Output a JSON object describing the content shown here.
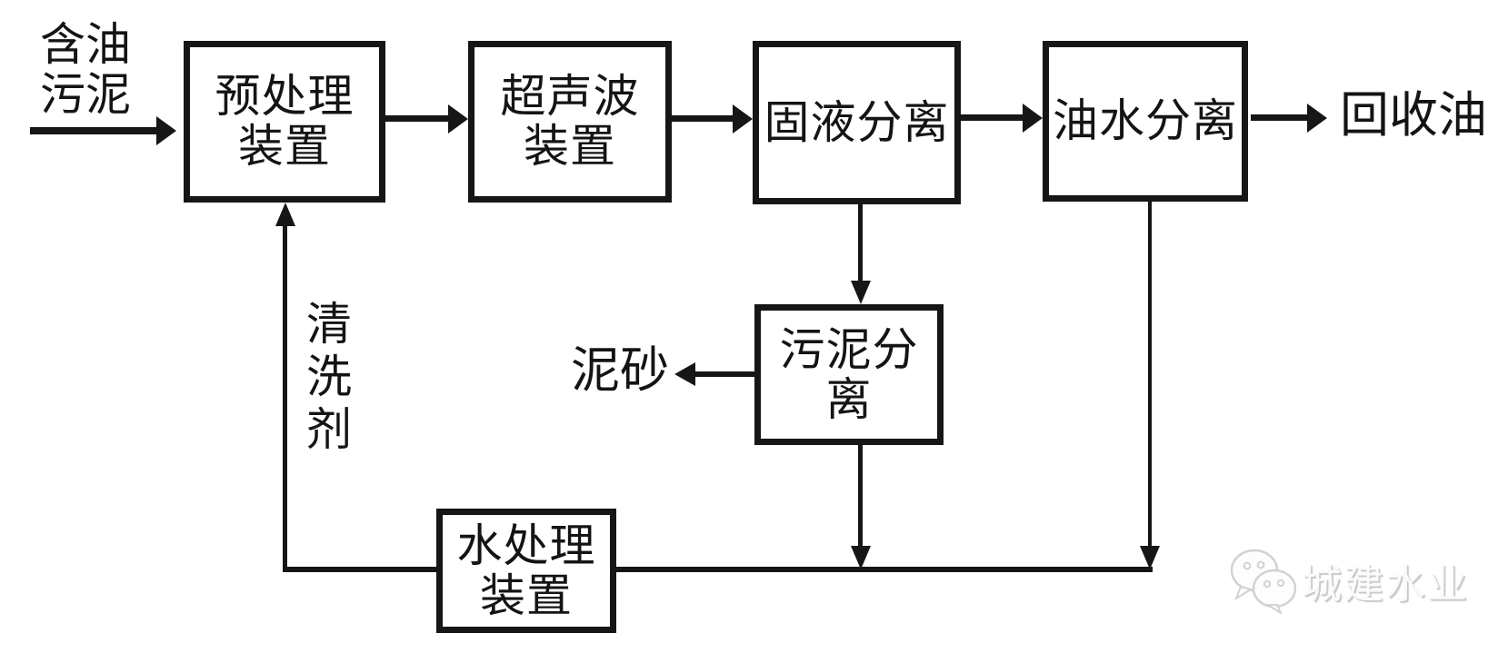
{
  "diagram_type": "process-flowchart",
  "colors": {
    "ink": "#161616",
    "background": "#ffffff",
    "watermark_fill": "#fbfbfb",
    "watermark_shadow": "#c9c9c9"
  },
  "nodes": {
    "pretreatment": {
      "label": "预处理\n装置"
    },
    "ultrasonic": {
      "label": "超声波\n装置"
    },
    "solid_liquid_separation": {
      "label": "固液分离"
    },
    "oil_water_separation": {
      "label": "油水分离"
    },
    "sludge_separation": {
      "label": "污泥分离"
    },
    "water_treatment": {
      "label": "水处理\n装置"
    }
  },
  "labels": {
    "input": "含油\n污泥",
    "recovered_oil": "回收油",
    "sediment": "泥砂",
    "cleaning_agent": "清\n洗\n剂"
  },
  "edges": [
    {
      "from": "含油污泥",
      "to": "预处理装置",
      "arrow": "right"
    },
    {
      "from": "预处理装置",
      "to": "超声波装置",
      "arrow": "right"
    },
    {
      "from": "超声波装置",
      "to": "固液分离",
      "arrow": "right"
    },
    {
      "from": "固液分离",
      "to": "油水分离",
      "arrow": "right"
    },
    {
      "from": "油水分离",
      "to": "回收油",
      "arrow": "right"
    },
    {
      "from": "固液分离",
      "to": "污泥分离",
      "arrow": "down"
    },
    {
      "from": "污泥分离",
      "to": "泥砂",
      "arrow": "left"
    },
    {
      "from": "污泥分离",
      "to": "水处理装置",
      "arrow": "down"
    },
    {
      "from": "油水分离",
      "to": "水处理装置",
      "arrow": "down"
    },
    {
      "from": "水处理装置",
      "to": "预处理装置",
      "arrow": "up",
      "label": "清洗剂"
    }
  ],
  "watermark": {
    "text": "城建水业",
    "icon": "wechat-logo-icon"
  }
}
